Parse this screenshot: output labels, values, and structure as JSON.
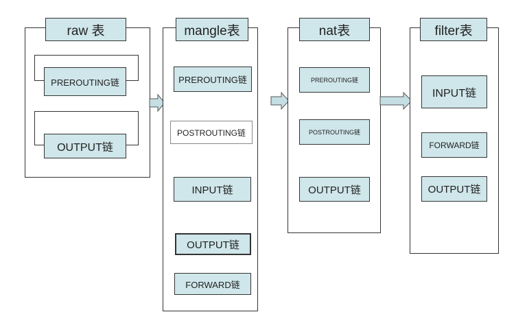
{
  "tables": {
    "raw": {
      "title": "raw 表",
      "chains": [
        "PREROUTING链",
        "OUTPUT链"
      ]
    },
    "mangle": {
      "title": "mangle表",
      "chains": [
        "PREROUTING链",
        "POSTROUTING链",
        "INPUT链",
        "OUTPUT链",
        "FORWARD链"
      ]
    },
    "nat": {
      "title": "nat表",
      "chains": [
        "PREROUTING链",
        "POSTROUTING链",
        "OUTPUT链"
      ]
    },
    "filter": {
      "title": "filter表",
      "chains": [
        "INPUT链",
        "FORWARD链",
        "OUTPUT链"
      ]
    }
  },
  "colors": {
    "box_fill": "#cfe6ea",
    "border": "#333333",
    "arrow_fill": "#c4dee3"
  }
}
